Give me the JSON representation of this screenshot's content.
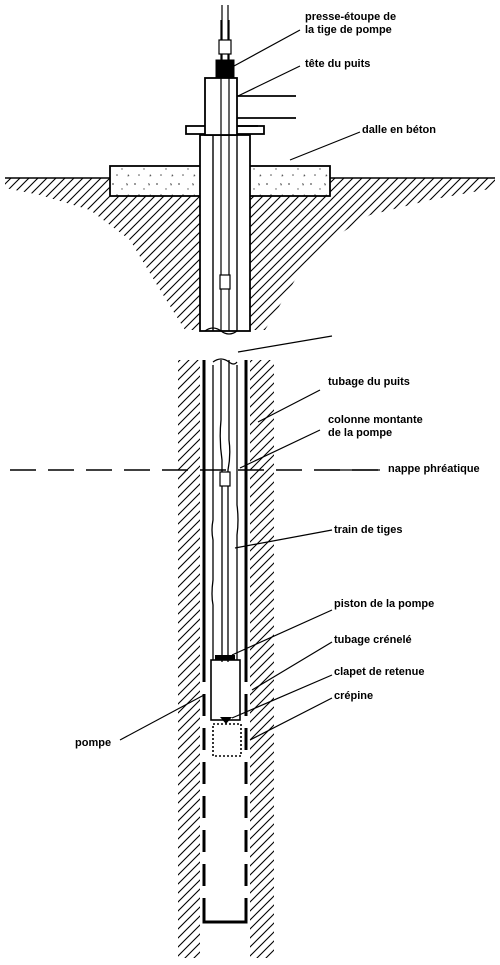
{
  "labels": {
    "presse_etoupe": [
      "presse-étoupe de",
      "la tige de pompe"
    ],
    "tete_du_puits": "tête du puits",
    "dalle_en_beton": "dalle en béton",
    "tubage_du_puits": "tubage du puits",
    "colonne_montante": [
      "colonne montante",
      "de la pompe"
    ],
    "nappe_phreatique": "nappe phréatique",
    "train_de_tiges": "train de tiges",
    "piston_de_la_pompe": "piston de la pompe",
    "tubage_crenele": "tubage crénelé",
    "clapet_de_retenue": "clapet de retenue",
    "crepine": "crépine",
    "pompe": "pompe"
  },
  "colors": {
    "ink": "#000000",
    "background": "#ffffff",
    "concrete_speckle": "#555555"
  }
}
